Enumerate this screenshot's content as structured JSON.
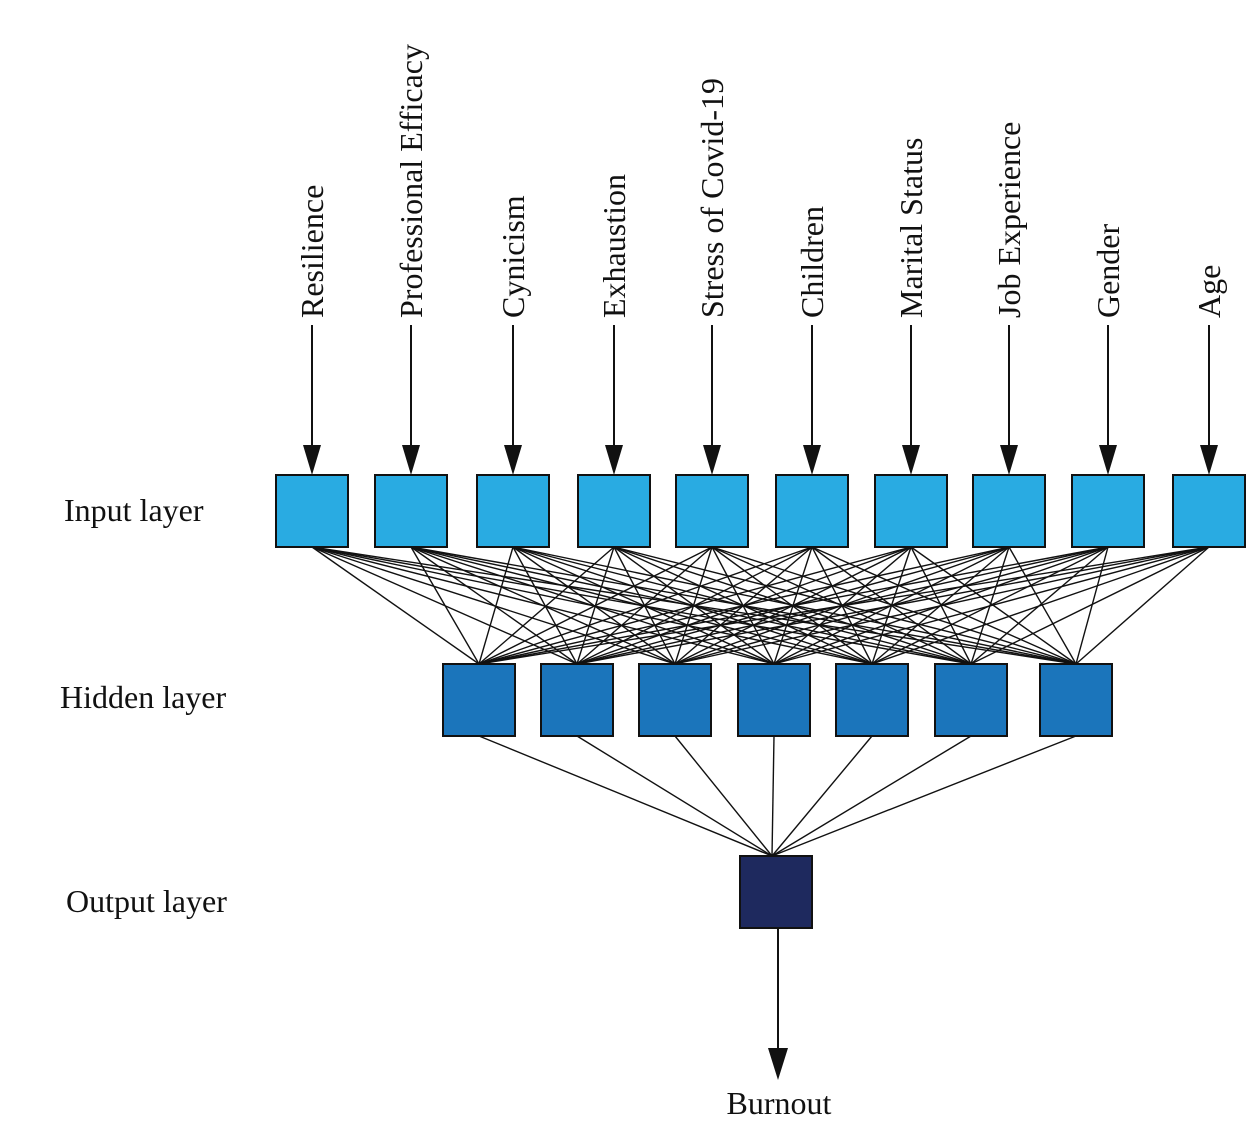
{
  "layers": {
    "input": "Input layer",
    "hidden": "Hidden layer",
    "output": "Output layer"
  },
  "inputs": [
    "Resilience",
    "Professional Efficacy",
    "Cynicism",
    "Exhaustion",
    "Stress of Covid-19",
    "Children",
    "Marital Status",
    "Job Experience",
    "Gender",
    "Age"
  ],
  "hidden_node_count": 7,
  "output": "Burnout",
  "colors": {
    "input_node": "#29abe2",
    "hidden_node": "#1b75bb",
    "output_node": "#1e295e"
  }
}
